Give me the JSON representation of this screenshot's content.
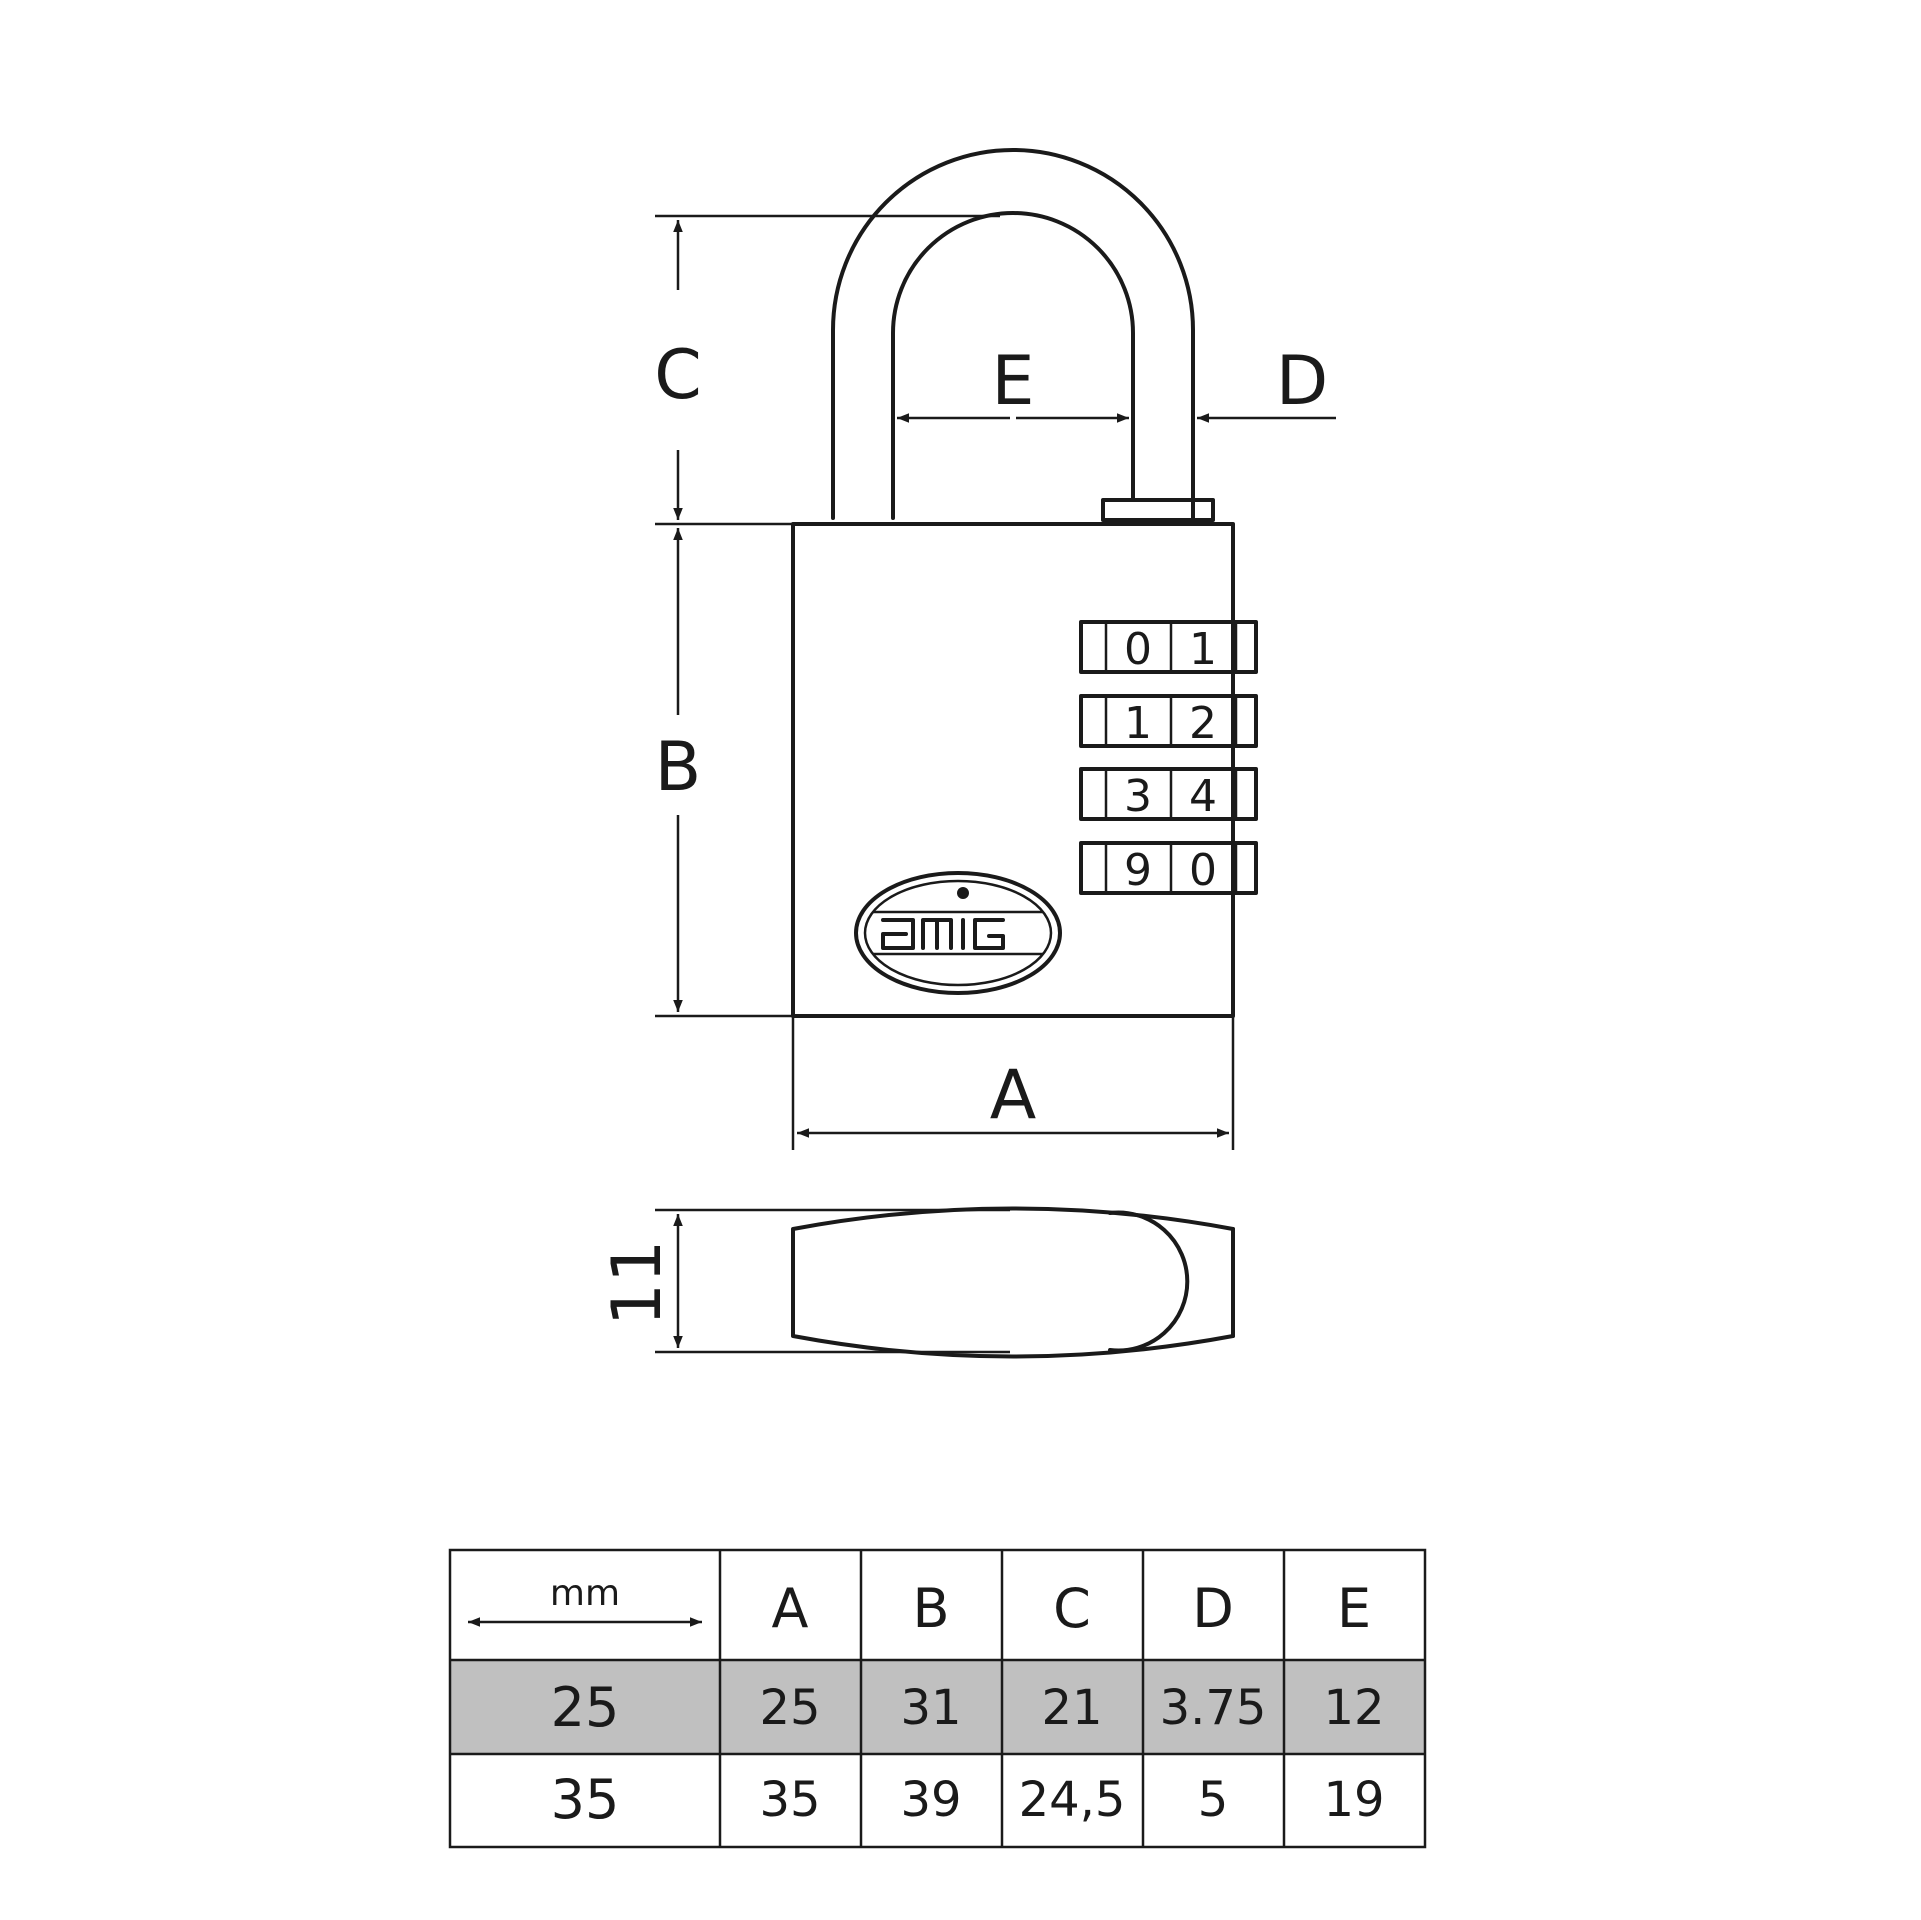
{
  "dimension_labels": {
    "A": "A",
    "B": "B",
    "C": "C",
    "D": "D",
    "E": "E",
    "depth": "11"
  },
  "dials": [
    {
      "left": "0",
      "right": "1"
    },
    {
      "left": "1",
      "right": "2"
    },
    {
      "left": "3",
      "right": "4"
    },
    {
      "left": "9",
      "right": "0"
    }
  ],
  "logo_text": "amig",
  "table": {
    "unit": "mm",
    "headers": [
      "A",
      "B",
      "C",
      "D",
      "E"
    ],
    "rows": [
      {
        "size": "25",
        "values": [
          "25",
          "31",
          "21",
          "3.75",
          "12"
        ],
        "highlight": true
      },
      {
        "size": "35",
        "values": [
          "35",
          "39",
          "24,5",
          "5",
          "19"
        ],
        "highlight": false
      }
    ],
    "highlight_color": "#c0c0c0"
  },
  "colors": {
    "line": "#1a1a1a",
    "background": "#ffffff"
  }
}
